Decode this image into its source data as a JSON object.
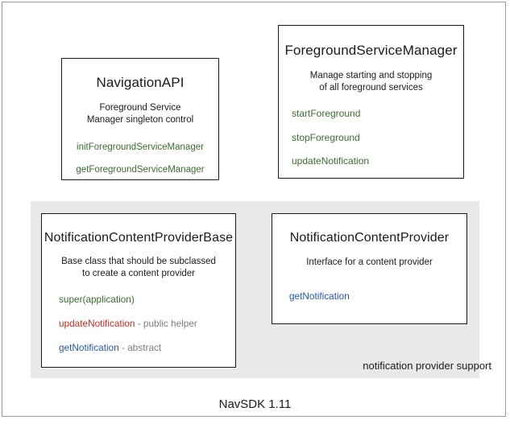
{
  "diagram": {
    "footer_caption": "NavSDK 1.11",
    "panel": {
      "label": "notification provider support"
    },
    "cards": [
      {
        "id": "navigation-api",
        "title": "NavigationAPI",
        "desc_line1": "Foreground Service",
        "desc_line2": "Manager singleton control",
        "methods": [
          {
            "name": "initForegroundServiceManager",
            "note": "",
            "color": "green"
          },
          {
            "name": "getForegroundServiceManager",
            "note": "",
            "color": "green"
          }
        ]
      },
      {
        "id": "foreground-service-manager",
        "title": "ForegroundServiceManager",
        "desc_line1": "Manage starting and stopping",
        "desc_line2": "of all foreground services",
        "methods": [
          {
            "name": "startForeground",
            "note": "",
            "color": "green"
          },
          {
            "name": "stopForeground",
            "note": "",
            "color": "green"
          },
          {
            "name": "updateNotification",
            "note": "",
            "color": "green"
          }
        ]
      },
      {
        "id": "notification-content-provider-base",
        "title": "NotificationContentProviderBase",
        "desc_line1": "Base class that should be subclassed",
        "desc_line2": "to create a content provider",
        "methods": [
          {
            "name": "super(application)",
            "note": "",
            "color": "green"
          },
          {
            "name": "updateNotification",
            "note": " - public helper",
            "color": "red"
          },
          {
            "name": "getNotification",
            "note": " - abstract",
            "color": "blue"
          }
        ]
      },
      {
        "id": "notification-content-provider",
        "title": "NotificationContentProvider",
        "desc_line1": "Interface for a content provider",
        "desc_line2": "",
        "methods": [
          {
            "name": "getNotification",
            "note": "",
            "color": "blue"
          }
        ]
      }
    ],
    "colors": {
      "green": "#3c6b2f",
      "red": "#c12b22",
      "blue": "#2b56a8",
      "note_gray": "#7d7d7d",
      "panel_bg": "#e9e9e9",
      "card_border": "#1a1a1a",
      "frame_border": "#9a9a9a",
      "text": "#1b1b1b"
    }
  }
}
